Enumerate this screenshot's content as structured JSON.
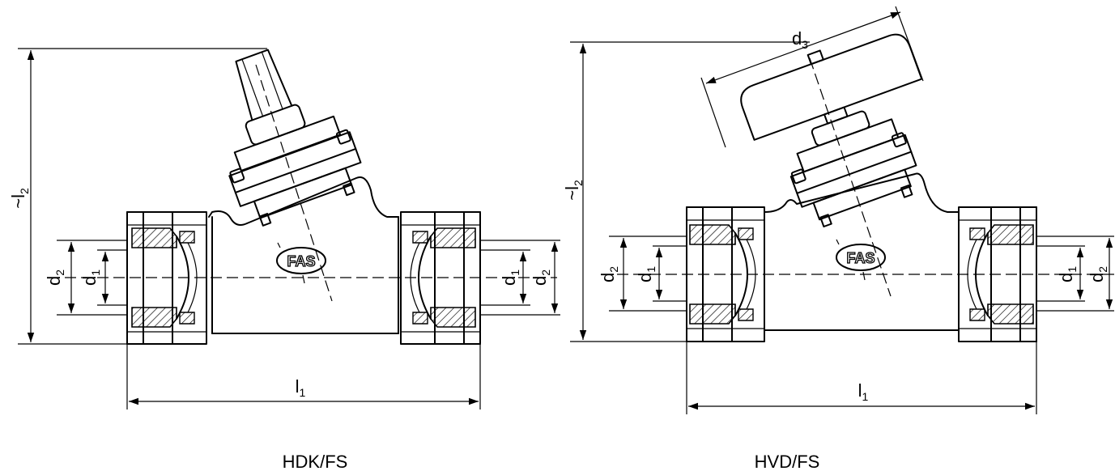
{
  "left": {
    "caption": "HDK/FS",
    "logo": "FAS",
    "dims": {
      "l1": {
        "main": "l",
        "sub": "1"
      },
      "l2": {
        "main": "~l",
        "sub": "2"
      },
      "d1": {
        "main": "d",
        "sub": "1"
      },
      "d2": {
        "main": "d",
        "sub": "2"
      }
    }
  },
  "right": {
    "caption": "HVD/FS",
    "logo": "FAS",
    "dims": {
      "l1": {
        "main": "l",
        "sub": "1"
      },
      "l2": {
        "main": "~l",
        "sub": "2"
      },
      "d1": {
        "main": "d",
        "sub": "1"
      },
      "d2": {
        "main": "d",
        "sub": "2"
      },
      "d3": {
        "main": "d",
        "sub": "3"
      }
    }
  },
  "colors": {
    "line": "#000000",
    "background": "#ffffff"
  }
}
